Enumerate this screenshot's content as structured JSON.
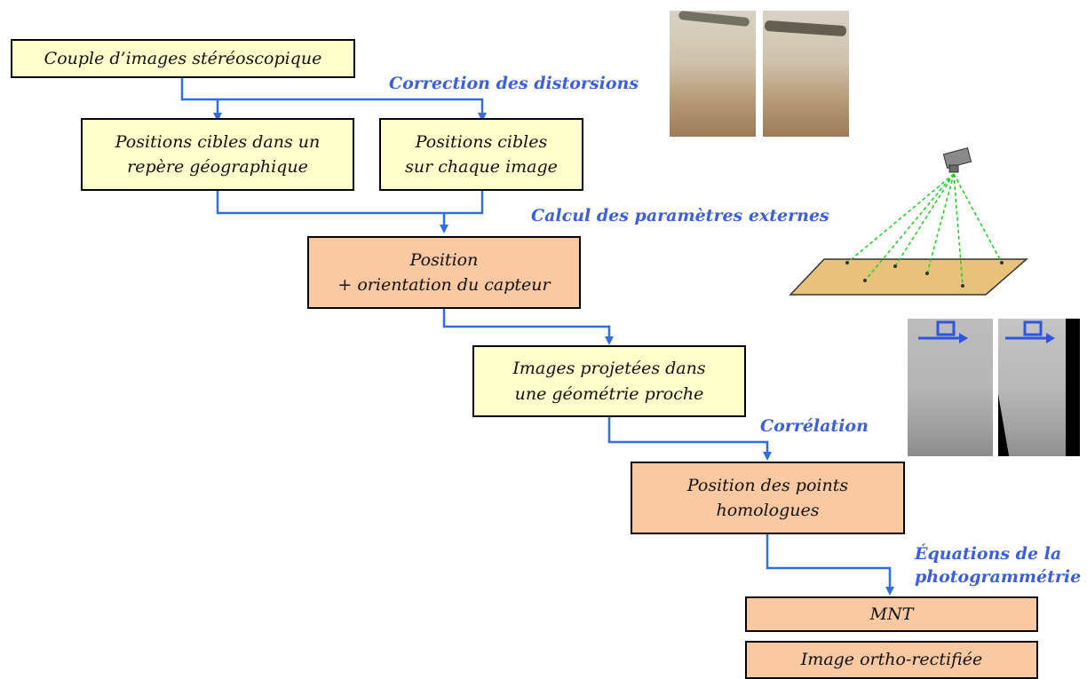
{
  "boxes": {
    "stereo_pair": "Couple d’images stéréoscopique",
    "targets_geo_line1": "Positions cibles dans un",
    "targets_geo_line2": "repère géographique",
    "targets_image_line1": "Positions cibles",
    "targets_image_line2": "sur chaque image",
    "sensor_line1": "Position",
    "sensor_line2": "+ orientation du capteur",
    "projected_line1": "Images projetées dans",
    "projected_line2": "une géométrie proche",
    "homologous_line1": "Position des points",
    "homologous_line2": "homologues",
    "mnt": "MNT",
    "ortho": "Image ortho-rectifiée"
  },
  "steps": {
    "distortion": "Correction des distorsions",
    "external_params": "Calcul des paramètres externes",
    "correlation": "Corrélation",
    "equations_line1": "Équations de la",
    "equations_line2": "photogrammétrie"
  },
  "colors": {
    "arrow": "#2f6fe0",
    "label": "#3b5fe0",
    "yellow_box": "#ffffcc",
    "orange_box": "#fbc9a1",
    "plane": "#e8c27a",
    "rays": "#22cc22"
  }
}
